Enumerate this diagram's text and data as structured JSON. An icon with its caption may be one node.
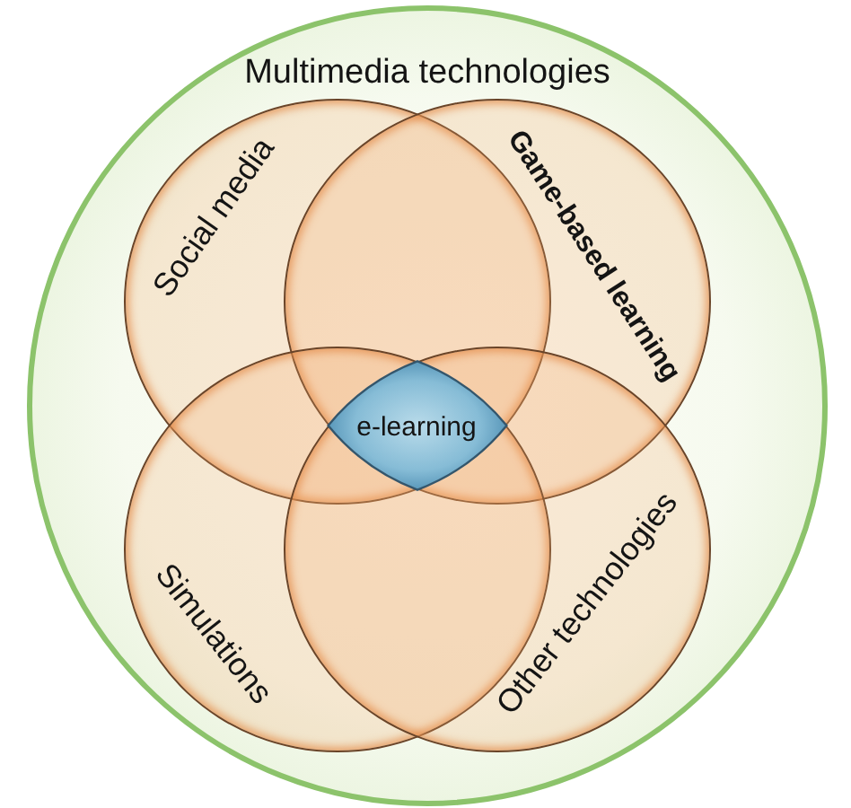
{
  "diagram": {
    "nodes": [
      {
        "text": [
          "Multimedia technologies"
        ]
      },
      {
        "text": [
          "Social media"
        ],
        "in": 0
      },
      {
        "text": [
          "Game-based learning"
        ],
        "in": 0
      },
      {
        "text": [
          "Simulations"
        ],
        "in": 0
      },
      {
        "text": [
          "Other technologies"
        ],
        "in": 0
      },
      {
        "text": [
          "e-learning"
        ]
      }
    ]
  }
}
